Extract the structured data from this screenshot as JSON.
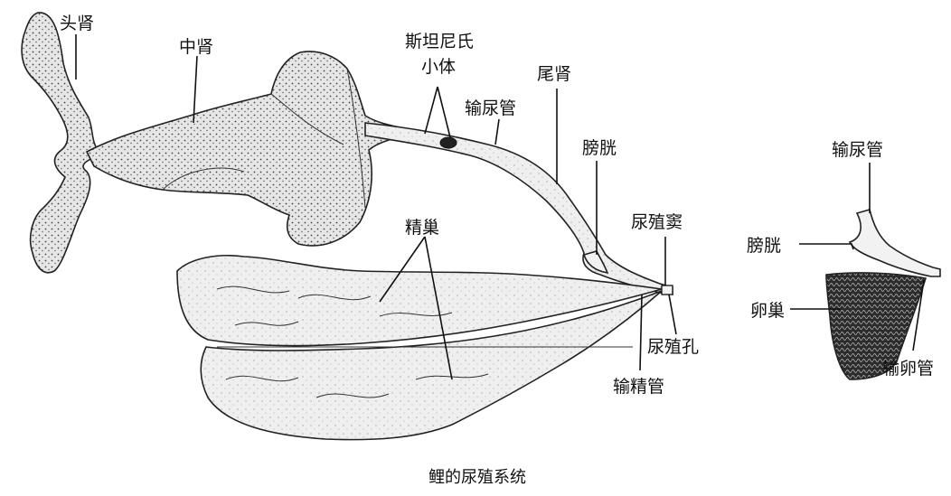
{
  "caption": "鲤的尿殖系统",
  "labels": {
    "head_kidney": "头肾",
    "middle_kidney": "中肾",
    "stannius_line1": "斯坦尼氏",
    "stannius_line2": "小体",
    "tail_kidney": "尾肾",
    "ureter_male": "输尿管",
    "bladder_male": "膀胱",
    "urogenital_sinus": "尿殖窦",
    "testis": "精巢",
    "urogenital_pore": "尿殖孔",
    "vas_deferens": "输精管",
    "ureter_female": "输尿管",
    "bladder_female": "膀胱",
    "ovary": "卵巢",
    "oviduct": "输卵管"
  },
  "colors": {
    "line": "#111111",
    "kidney_fill": "#d9d9d9",
    "testis_fill": "#ececec",
    "ovary_fill": "#3a3a3a",
    "duct_fill": "#f2f2f2"
  }
}
